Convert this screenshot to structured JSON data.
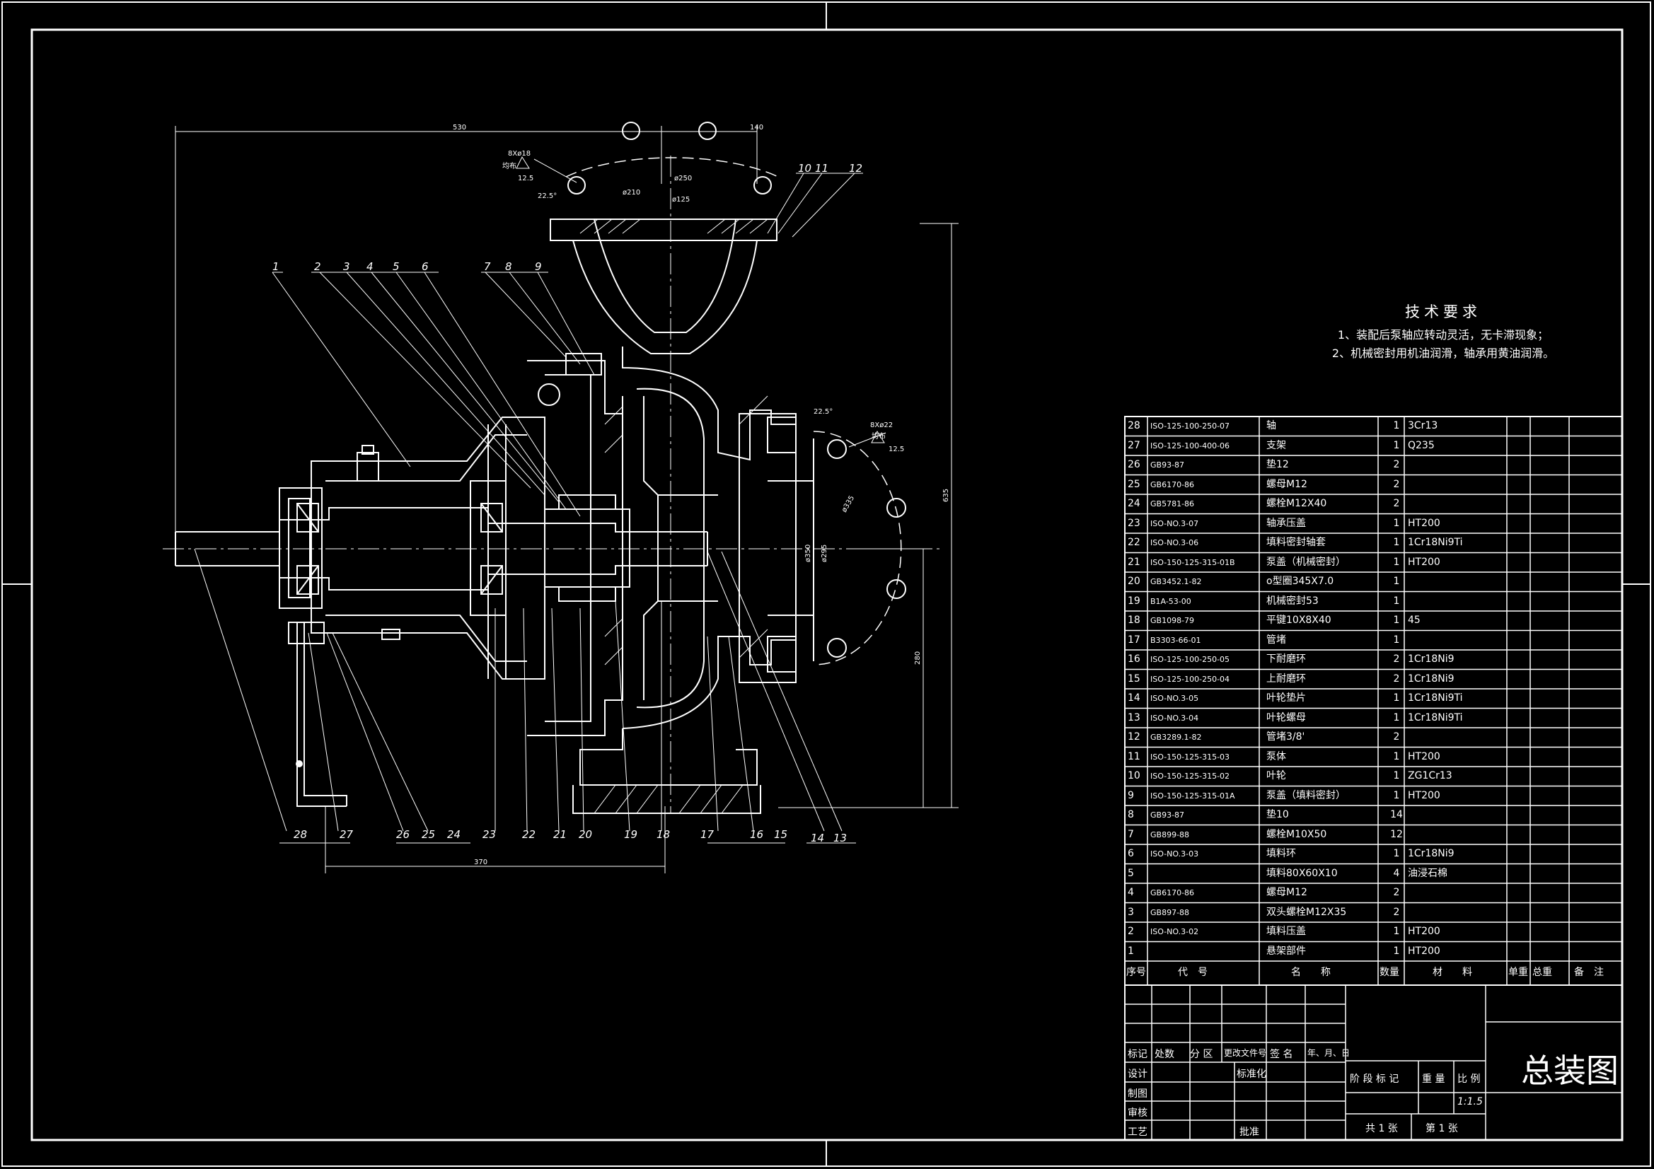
{
  "tech_requirements": {
    "title": "技术要求",
    "lines": [
      "1、装配后泵轴应转动灵活，无卡滞现象；",
      "2、机械密封用机油润滑，轴承用黄油润滑。"
    ]
  },
  "bom": [
    {
      "no": "28",
      "code": "ISO-125-100-250-07",
      "name": "轴",
      "qty": "1",
      "mat": "3Cr13"
    },
    {
      "no": "27",
      "code": "ISO-125-100-400-06",
      "name": "支架",
      "qty": "1",
      "mat": "Q235"
    },
    {
      "no": "26",
      "code": "GB93-87",
      "name": "垫12",
      "qty": "2",
      "mat": ""
    },
    {
      "no": "25",
      "code": "GB6170-86",
      "name": "螺母M12",
      "qty": "2",
      "mat": ""
    },
    {
      "no": "24",
      "code": "GB5781-86",
      "name": "螺栓M12X40",
      "qty": "2",
      "mat": ""
    },
    {
      "no": "23",
      "code": "ISO-NO.3-07",
      "name": "轴承压盖",
      "qty": "1",
      "mat": "HT200"
    },
    {
      "no": "22",
      "code": "ISO-NO.3-06",
      "name": "填料密封轴套",
      "qty": "1",
      "mat": "1Cr18Ni9Ti"
    },
    {
      "no": "21",
      "code": "ISO-150-125-315-01B",
      "name": "泵盖（机械密封）",
      "qty": "1",
      "mat": "HT200"
    },
    {
      "no": "20",
      "code": "GB3452.1-82",
      "name": "o型圈345X7.0",
      "qty": "1",
      "mat": ""
    },
    {
      "no": "19",
      "code": "B1A-53-00",
      "name": "机械密封53",
      "qty": "1",
      "mat": ""
    },
    {
      "no": "18",
      "code": "GB1098-79",
      "name": "平键10X8X40",
      "qty": "1",
      "mat": "45"
    },
    {
      "no": "17",
      "code": "B3303-66-01",
      "name": "管堵",
      "qty": "1",
      "mat": ""
    },
    {
      "no": "16",
      "code": "ISO-125-100-250-05",
      "name": "下耐磨环",
      "qty": "2",
      "mat": "1Cr18Ni9"
    },
    {
      "no": "15",
      "code": "ISO-125-100-250-04",
      "name": "上耐磨环",
      "qty": "2",
      "mat": "1Cr18Ni9"
    },
    {
      "no": "14",
      "code": "ISO-NO.3-05",
      "name": "叶轮垫片",
      "qty": "1",
      "mat": "1Cr18Ni9Ti"
    },
    {
      "no": "13",
      "code": "ISO-NO.3-04",
      "name": "叶轮螺母",
      "qty": "1",
      "mat": "1Cr18Ni9Ti"
    },
    {
      "no": "12",
      "code": "GB3289.1-82",
      "name": "管堵3/8'",
      "qty": "2",
      "mat": ""
    },
    {
      "no": "11",
      "code": "ISO-150-125-315-03",
      "name": "泵体",
      "qty": "1",
      "mat": "HT200"
    },
    {
      "no": "10",
      "code": "ISO-150-125-315-02",
      "name": "叶轮",
      "qty": "1",
      "mat": "ZG1Cr13"
    },
    {
      "no": "9",
      "code": "ISO-150-125-315-01A",
      "name": "泵盖（填料密封）",
      "qty": "1",
      "mat": "HT200"
    },
    {
      "no": "8",
      "code": "GB93-87",
      "name": "垫10",
      "qty": "14",
      "mat": ""
    },
    {
      "no": "7",
      "code": "GB899-88",
      "name": "螺栓M10X50",
      "qty": "12",
      "mat": ""
    },
    {
      "no": "6",
      "code": "ISO-NO.3-03",
      "name": "填料环",
      "qty": "1",
      "mat": "1Cr18Ni9"
    },
    {
      "no": "5",
      "code": "",
      "name": "填料80X60X10",
      "qty": "4",
      "mat": "油浸石棉"
    },
    {
      "no": "4",
      "code": "GB6170-86",
      "name": "螺母M12",
      "qty": "2",
      "mat": ""
    },
    {
      "no": "3",
      "code": "GB897-88",
      "name": "双头螺栓M12X35",
      "qty": "2",
      "mat": ""
    },
    {
      "no": "2",
      "code": "ISO-NO.3-02",
      "name": "填料压盖",
      "qty": "1",
      "mat": "HT200"
    },
    {
      "no": "1",
      "code": "",
      "name": "悬架部件",
      "qty": "1",
      "mat": "HT200"
    }
  ],
  "bom_header": [
    "序号",
    "代　号",
    "名　　称",
    "数量",
    "材　　料",
    "单重",
    "总重",
    "备　注"
  ],
  "title_block": {
    "drawing_title": "总装图",
    "revision_labels": [
      "标记",
      "处数",
      "分 区",
      "更改文件号",
      "签 名",
      "年、月、日"
    ],
    "roles": [
      "设计",
      "制图",
      "审核",
      "工艺"
    ],
    "std_label": "标准化",
    "approve_label": "批准",
    "stage_labels": [
      "阶 段 标 记",
      "重 量",
      "比 例"
    ],
    "scale": "1:1.5",
    "sheet_total": "共 1 张",
    "sheet_no": "第 1 张"
  },
  "dimensions": {
    "d530": "530",
    "d140": "140",
    "d635": "635",
    "d280": "280",
    "d370": "370",
    "phi250": "ø250",
    "phi210": "ø210",
    "phi125": "ø125",
    "phi350": "ø350",
    "phi295": "ø295",
    "phi335": "ø335",
    "bolt_top": "8Xø18",
    "bolt_right": "8Xø22",
    "evenly": "均布",
    "angle1": "22.5°",
    "angle2": "22.5°",
    "rough": "12.5"
  },
  "balloons": [
    "1",
    "2",
    "3",
    "4",
    "5",
    "6",
    "7",
    "8",
    "9",
    "10",
    "11",
    "12",
    "13",
    "14",
    "15",
    "16",
    "17",
    "18",
    "19",
    "20",
    "21",
    "22",
    "23",
    "24",
    "25",
    "26",
    "27",
    "28"
  ]
}
